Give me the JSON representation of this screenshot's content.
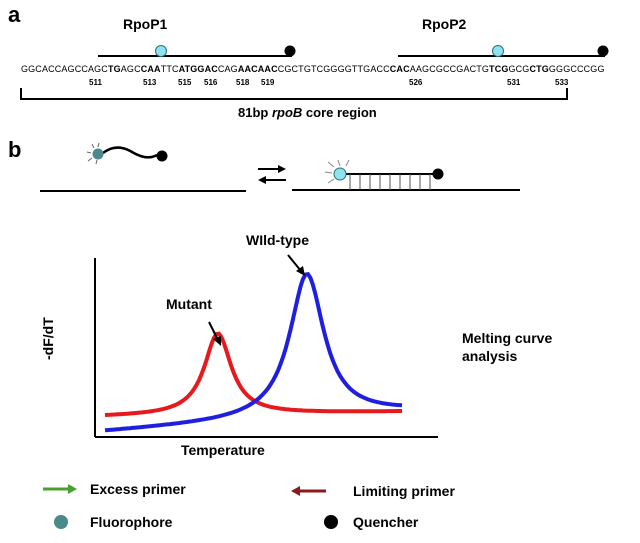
{
  "panel_a": {
    "letter": "a",
    "probe1_name": "RpoP1",
    "probe2_name": "RpoP2",
    "sequence": [
      {
        "t": "GGCACCAGCCAGC",
        "b": false
      },
      {
        "t": "TG",
        "b": true
      },
      {
        "t": "AGC",
        "b": false
      },
      {
        "t": "CAA",
        "b": true
      },
      {
        "t": "TTC",
        "b": false
      },
      {
        "t": "ATG",
        "b": true
      },
      {
        "t": "GAC",
        "b": true
      },
      {
        "t": "CAG",
        "b": false
      },
      {
        "t": "AAC",
        "b": true
      },
      {
        "t": "AAC",
        "b": true
      },
      {
        "t": "CGCTGTCGGGGTTGACC",
        "b": false
      },
      {
        "t": "CAC",
        "b": true
      },
      {
        "t": "AAGCGCCGACTG",
        "b": false
      },
      {
        "t": "TCG",
        "b": true
      },
      {
        "t": "GCG",
        "b": false
      },
      {
        "t": "CTG",
        "b": true
      },
      {
        "t": "GGGCCCGG",
        "b": false
      }
    ],
    "codons": [
      "511",
      "513",
      "515",
      "516",
      "518",
      "519",
      "526",
      "531",
      "533"
    ],
    "region_label_pre": "81bp ",
    "region_label_gene": "rpoB",
    "region_label_post": " core region"
  },
  "panel_b": {
    "letter": "b",
    "chart_data": {
      "type": "line",
      "xlabel": "Temperature",
      "ylabel": "-dF/dT",
      "series": [
        {
          "name": "Mutant",
          "color": "#e8191c",
          "peak_position": 0.38,
          "peak_height": 0.58
        },
        {
          "name": "WIld-type",
          "color": "#1f1fe0",
          "peak_position": 0.68,
          "peak_height": 0.93
        }
      ],
      "annotations": [
        "Mutant",
        "WIld-type"
      ]
    },
    "side_text": [
      "Melting curve",
      "analysis"
    ],
    "legend": {
      "excess_primer": "Excess primer",
      "limiting_primer": "Limiting primer",
      "fluorophore": "Fluorophore",
      "quencher": "Quencher"
    },
    "colors": {
      "excess_arrow": "#4aa02c",
      "limiting_arrow": "#8b1a1a",
      "fluorophore": "#4a8a8a",
      "fluorophore_lit": "#8fe3f0",
      "quencher": "#000000"
    }
  }
}
